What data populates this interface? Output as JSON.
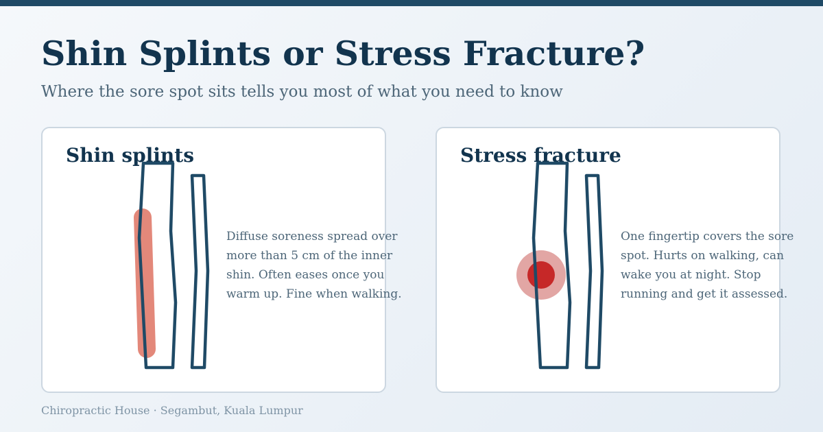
{
  "header": {
    "title": "Shin Splints or Stress Fracture?",
    "subtitle": "Where the sore spot sits tells you most of what you need to know"
  },
  "cards": [
    {
      "title": "Shin splints",
      "description": "Diffuse soreness spread over more than 5 cm of the inner shin. Often eases once you warm up. Fine when walking.",
      "pain_marker": "diffuse-band"
    },
    {
      "title": "Stress fracture",
      "description": "One fingertip covers the sore spot. Hurts on walking, can wake you at night. Stop running and get it assessed.",
      "pain_marker": "focal-point"
    }
  ],
  "footer": {
    "text": "Chiropractic House · Segambut, Kuala Lumpur"
  },
  "colors": {
    "accent_bar": "#1f4a66",
    "title": "#12344e",
    "body_text": "#4d6678",
    "bone_outline": "#1f4a66",
    "diffuse_pain": "#e3887a",
    "focal_pain_halo": "#e2a6a4",
    "focal_pain_core": "#c62828"
  }
}
